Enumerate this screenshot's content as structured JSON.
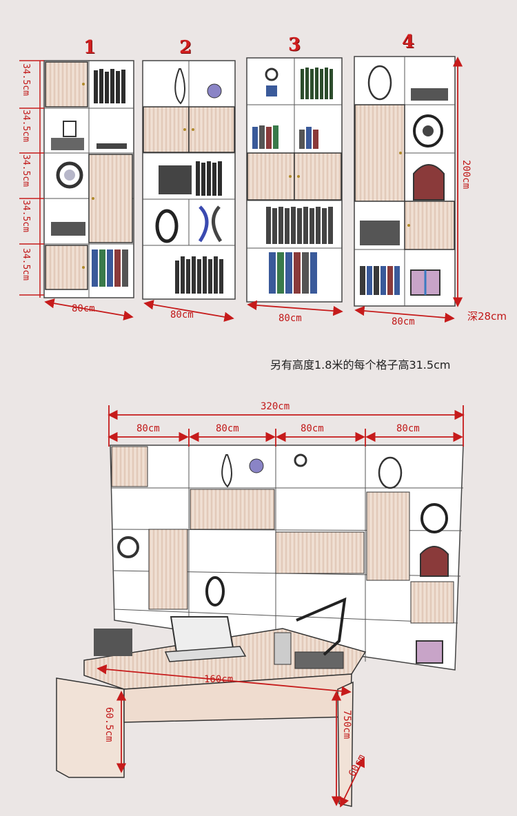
{
  "cabinet_numbers": [
    "1",
    "2",
    "3",
    "4"
  ],
  "row_heights": [
    "34.5cm",
    "34.5cm",
    "34.5cm",
    "34.5cm",
    "34.5cm"
  ],
  "cabinet_width": "80cm",
  "total_height": "200cm",
  "depth": "深28cm",
  "note": "另有高度1.8米的每个格子高31.5cm",
  "combo": {
    "total_width": "320cm",
    "segment_widths": [
      "80cm",
      "80cm",
      "80cm",
      "80cm"
    ],
    "desk_length": "160cm",
    "desk_height": "60.5cm",
    "desk_side": "750cm",
    "desk_depth": "60cm"
  },
  "colors": {
    "dimension_red": "#c61b1b",
    "wood": "#e9d7c9",
    "background": "#ebe6e5"
  }
}
